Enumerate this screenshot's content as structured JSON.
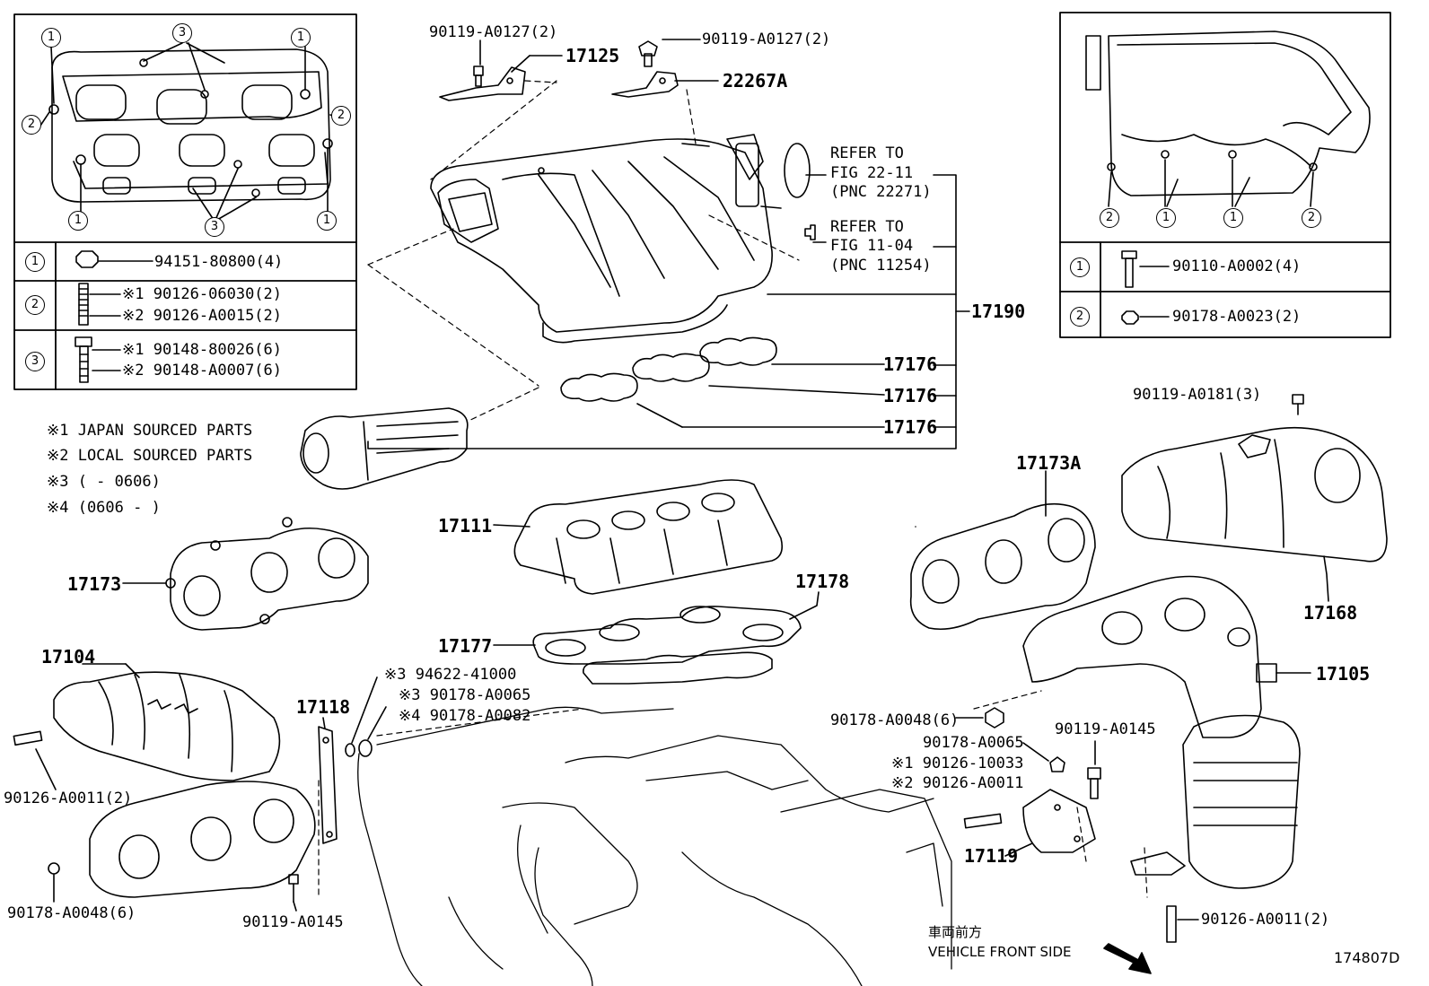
{
  "legend_left": {
    "rows": [
      {
        "num": "1",
        "lines": [
          "94151-80800(4)"
        ]
      },
      {
        "num": "2",
        "lines": [
          "※1 90126-06030(2)",
          "※2 90126-A0015(2)"
        ]
      },
      {
        "num": "3",
        "lines": [
          "※1 90148-80026(6)",
          "※2 90148-A0007(6)"
        ]
      }
    ]
  },
  "legend_right": {
    "rows": [
      {
        "num": "1",
        "lines": [
          "90110-A0002(4)"
        ]
      },
      {
        "num": "2",
        "lines": [
          "90178-A0023(2)"
        ]
      }
    ]
  },
  "notes": [
    "※1 JAPAN SOURCED PARTS",
    "※2 LOCAL SOURCED PARTS",
    "※3 (      - 0606)",
    "※4 (0606 -       )"
  ],
  "refer": [
    [
      "REFER TO",
      "FIG 22-11",
      "(PNC 22271)"
    ],
    [
      "REFER TO",
      "FIG 11-04",
      "(PNC 11254)"
    ]
  ],
  "labels": {
    "p90119_A0127_a": "90119-A0127(2)",
    "p90119_A0127_b": "90119-A0127(2)",
    "p17125": "17125",
    "p22267A": "22267A",
    "p17190": "17190",
    "p17176_1": "17176",
    "p17176_2": "17176",
    "p17176_3": "17176",
    "p17111": "17111",
    "p17173": "17173",
    "p17173A": "17173A",
    "p17178": "17178",
    "p17177": "17177",
    "p17168": "17168",
    "p17104": "17104",
    "p17105": "17105",
    "p17118": "17118",
    "p17119": "17119",
    "p90119_A0181": "90119-A0181(3)",
    "p94622": "※3 94622-41000",
    "p90178_A0065_a": "※3 90178-A0065",
    "p90178_A0082": "※4 90178-A0082",
    "p90126_A0011_left": "90126-A0011(2)",
    "p90178_A0048_left": "90178-A0048(6)",
    "p90119_A0145_left": "90119-A0145",
    "p90178_A0048_right": "90178-A0048(6)",
    "p90178_A0065_b": "90178-A0065",
    "p90126_10033": "※1 90126-10033",
    "p90126_A0011_mid": "※2 90126-A0011",
    "p90119_A0145_right": "90119-A0145",
    "p90126_A0011_right": "90126-A0011(2)",
    "front_jp": "車両前方",
    "front_en": "VEHICLE FRONT SIDE",
    "fig_id": "174807D"
  },
  "callouts_left_inset": [
    "1",
    "3",
    "1",
    "2",
    "2",
    "1",
    "3",
    "1"
  ],
  "callouts_right_inset": [
    "2",
    "1",
    "1",
    "2"
  ]
}
